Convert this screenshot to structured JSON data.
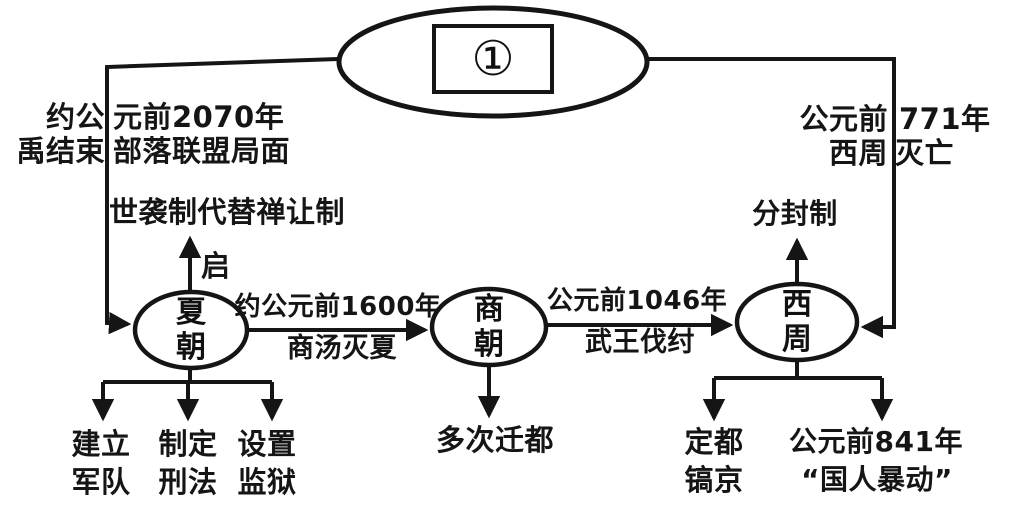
{
  "diagram": {
    "accent_color": "#111111",
    "background_color": "#ffffff",
    "timeline_bubble": {
      "label": "①"
    },
    "left_note": {
      "line1_outer": "约公",
      "line1_inner": "元前2070年",
      "line2_outer": "禹结束",
      "line2_inner": "部落联盟局面"
    },
    "right_note": {
      "line1_outer": "公元前",
      "line1_inner": "771年",
      "line2_outer": "西周",
      "line2_inner": "灭亡"
    },
    "xia": {
      "char1": "夏",
      "char2": "朝",
      "succession_label": "世袭制代替禅让制",
      "founder_label": "启",
      "achievements": [
        {
          "line1": "建立",
          "line2": "军队"
        },
        {
          "line1": "制定",
          "line2": "刑法"
        },
        {
          "line1": "设置",
          "line2": "监狱"
        }
      ]
    },
    "shang": {
      "char1": "商",
      "char2": "朝",
      "note": "多次迁都"
    },
    "zhou": {
      "char1": "西",
      "char2": "周",
      "system_label": "分封制",
      "capital": {
        "line1": "定都",
        "line2": "镐京"
      },
      "riot": {
        "line1": "公元前841年",
        "line2": "“国人暴动”"
      }
    },
    "transitions": {
      "xia_to_shang": {
        "line1": "约公元前1600年",
        "line2": "商汤灭夏"
      },
      "shang_to_zhou": {
        "line1": "公元前1046年",
        "line2": "武王伐纣"
      }
    }
  }
}
